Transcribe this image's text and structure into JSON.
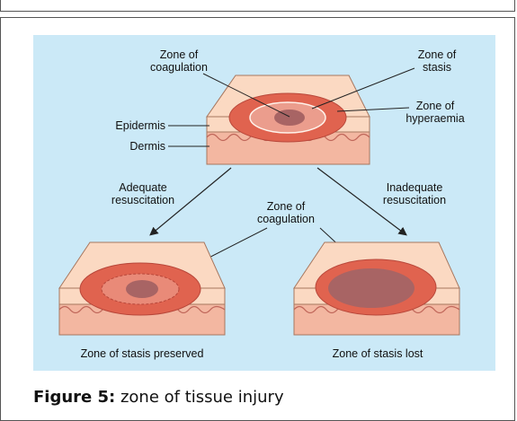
{
  "colors": {
    "panel": "#cbe9f7",
    "skin_light": "#fbd9c2",
    "dermis": "#f3b7a1",
    "hyperaemia": "#e0634f",
    "stasis": "#eb9d8d",
    "coagulation": "#a86464",
    "outline": "#8c5b4a"
  },
  "top_diagram": {
    "coagulation_label": [
      "Zone of",
      "coagulation"
    ],
    "stasis_label": [
      "Zone of",
      "stasis"
    ],
    "hyperaemia_label": [
      "Zone of",
      "hyperaemia"
    ],
    "epidermis_label": "Epidermis",
    "dermis_label": "Dermis"
  },
  "arrows": {
    "adequate_label": [
      "Adequate",
      "resuscitation"
    ],
    "inadequate_label": [
      "Inadequate",
      "resuscitation"
    ],
    "middle_coagulation_label": [
      "Zone of",
      "coagulation"
    ]
  },
  "bottom_left": {
    "caption": "Zone of stasis preserved"
  },
  "bottom_right": {
    "caption": "Zone of stasis lost"
  },
  "figure_caption": {
    "prefix": "Figure 5:",
    "text": " zone of tissue injury"
  }
}
